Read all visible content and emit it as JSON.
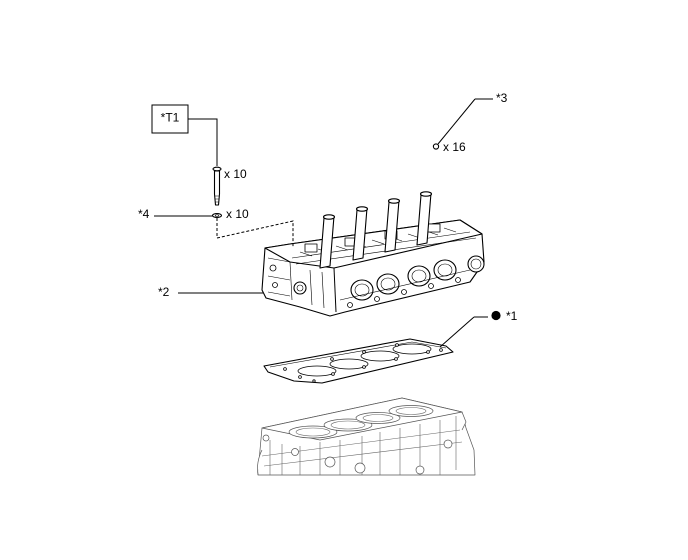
{
  "callouts": {
    "tool_box": "*T1",
    "bolt_qty": "x 10",
    "washer_label": "*4",
    "washer_qty": "x 10",
    "valve_label": "*3",
    "valve_qty": "x 16",
    "head_label": "*2",
    "gasket_label": "*1"
  },
  "icons": {
    "new_part_marker": "filled-circle-icon"
  }
}
